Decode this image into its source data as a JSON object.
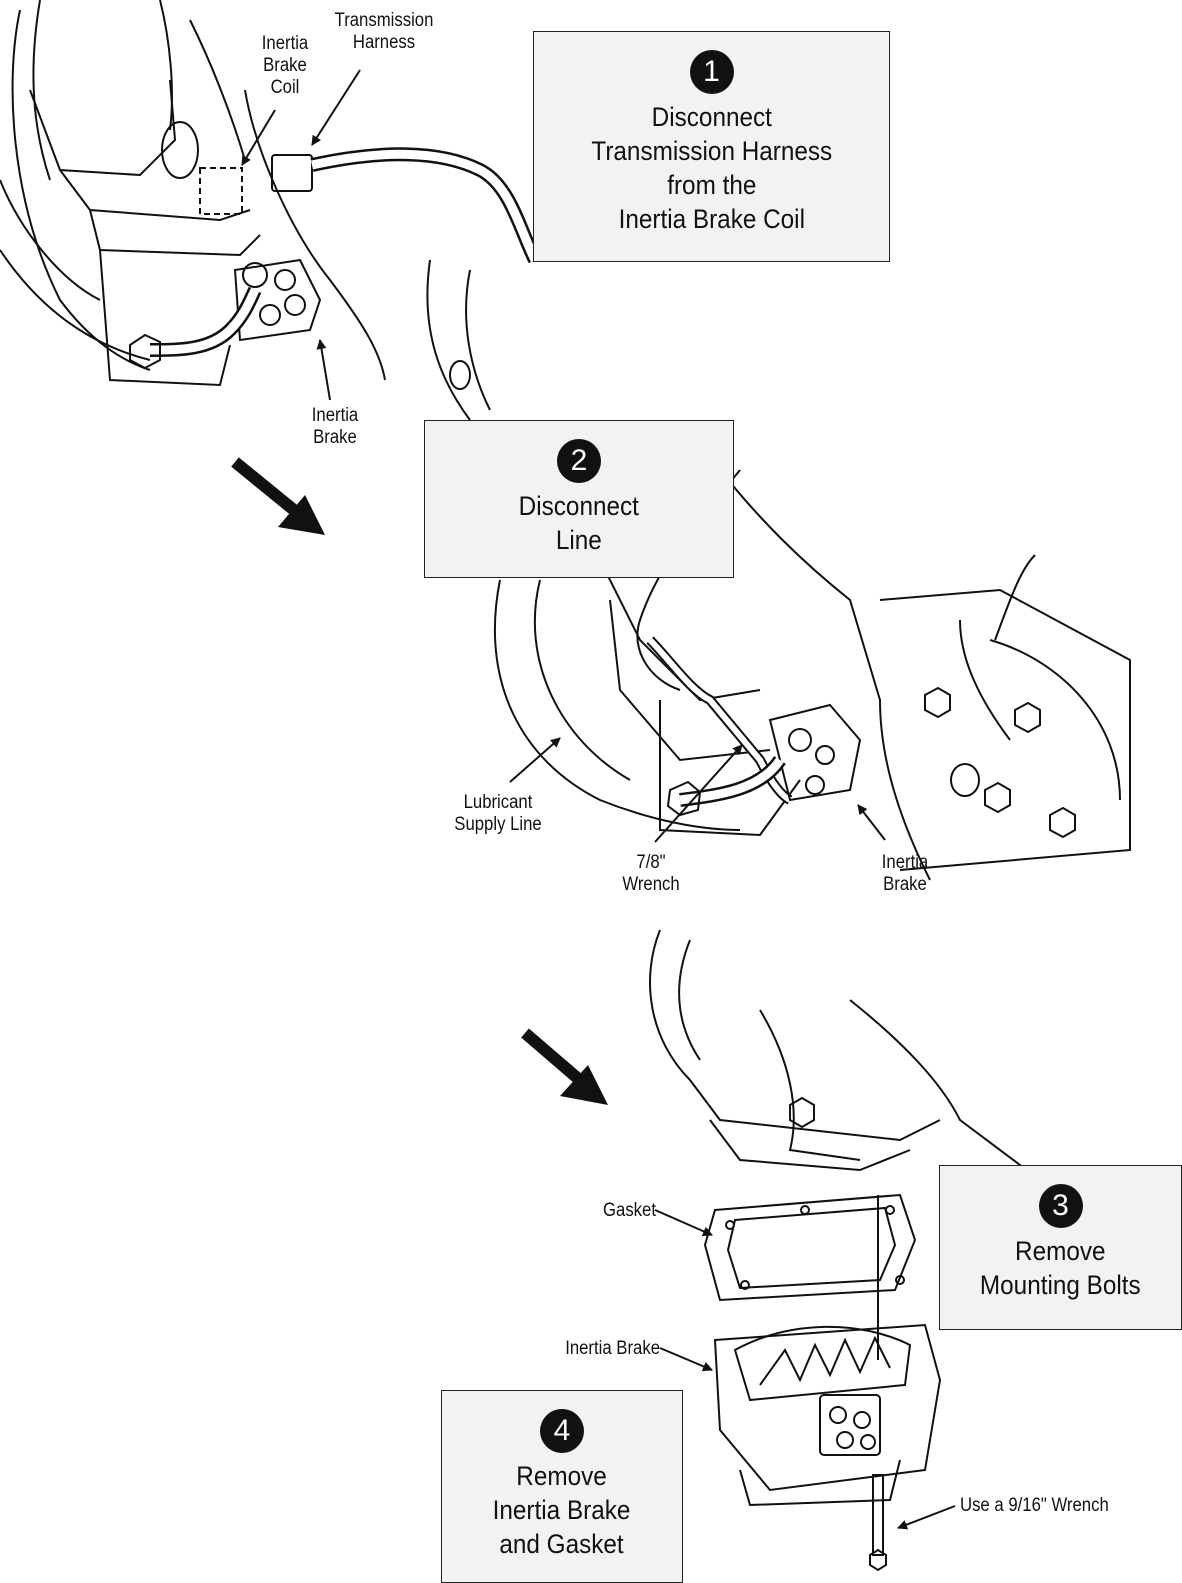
{
  "steps": [
    {
      "number": "1",
      "text": "Disconnect\nTransmission Harness\nfrom the\nInertia Brake Coil"
    },
    {
      "number": "2",
      "text": "Disconnect\nLine"
    },
    {
      "number": "3",
      "text": "Remove\nMounting Bolts"
    },
    {
      "number": "4",
      "text": "Remove\nInertia Brake\nand Gasket"
    }
  ],
  "labels": {
    "transmission_harness": "Transmission\nHarness",
    "inertia_brake_coil": "Inertia\nBrake\nCoil",
    "inertia_brake_1": "Inertia\nBrake",
    "lubricant_supply_line": "Lubricant\nSupply Line",
    "wrench_78": "7/8\"\nWrench",
    "inertia_brake_2": "Inertia\nBrake",
    "gasket": "Gasket",
    "inertia_brake_3": "Inertia Brake",
    "wrench_916": "Use a 9/16\" Wrench"
  }
}
